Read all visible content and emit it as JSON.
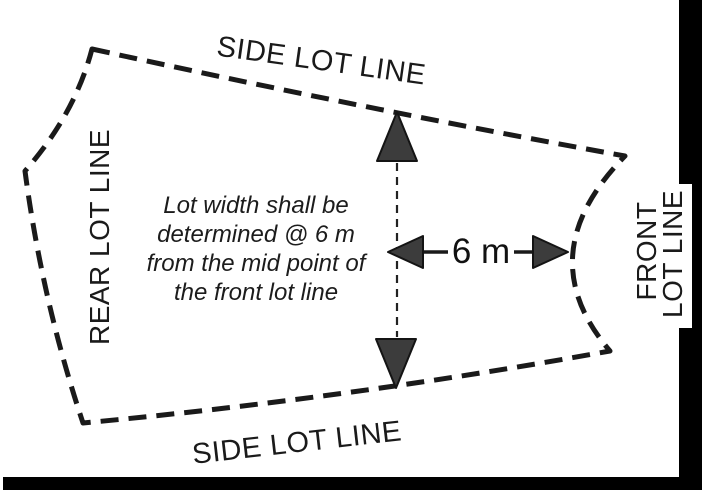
{
  "diagram": {
    "labels": {
      "side_lot_line_top": "SIDE LOT LINE",
      "side_lot_line_bottom": "SIDE LOT LINE",
      "rear_lot_line": "REAR LOT LINE",
      "front_lot_line_line1": "FRONT",
      "front_lot_line_line2": "LOT LINE"
    },
    "annotation": {
      "line1": "Lot width shall be",
      "line2": "determined @ 6 m",
      "line3": "from the mid point of",
      "line4": "the front lot line"
    },
    "measurement": {
      "width_value": "6 m"
    },
    "colors": {
      "background": "#ffffff",
      "line": "#1a1a1a",
      "arrow_fill": "#3c3c3c",
      "shadow": "#000000"
    }
  }
}
